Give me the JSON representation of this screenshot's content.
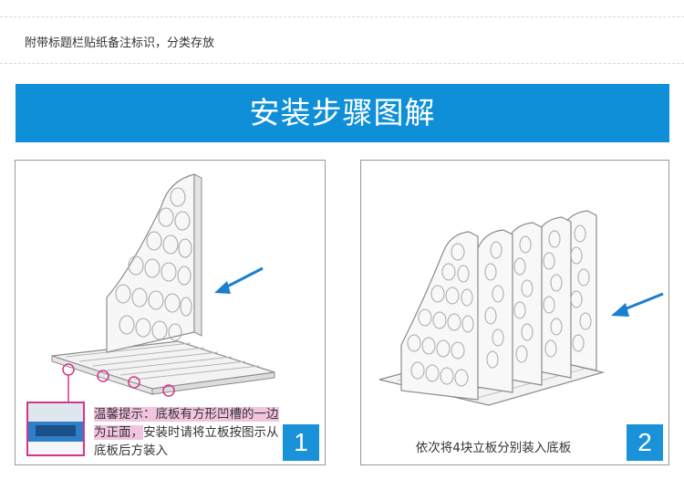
{
  "top_note": "附带标题栏贴纸备注标识，分类存放",
  "banner_title": "安装步骤图解",
  "steps": [
    {
      "number": "1",
      "tip_highlight": "温馨提示：底板有方形凹槽的一边为正面，",
      "tip_rest": "安装时请将立板按图示从底板后方装入"
    },
    {
      "number": "2",
      "caption": "依次将4块立板分别装入底板"
    }
  ],
  "colors": {
    "accent": "#0e8fd8",
    "highlight": "#f2c4e0",
    "marker": "#d6338f"
  }
}
